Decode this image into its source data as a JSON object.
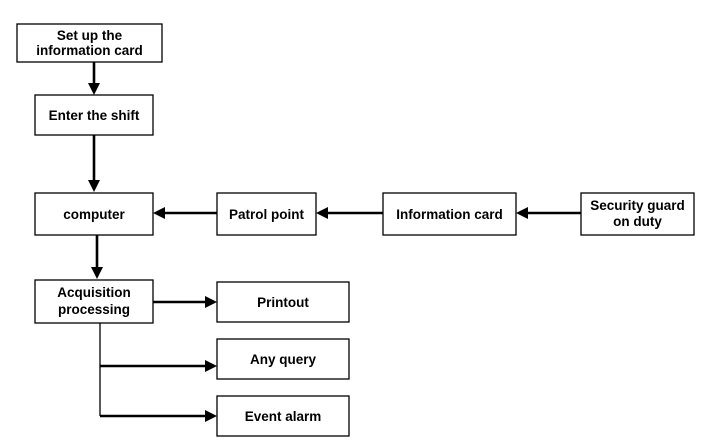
{
  "nodes": {
    "setup": {
      "line1": "Set up the",
      "line2": "information card"
    },
    "shift": {
      "label": "Enter the shift"
    },
    "computer": {
      "label": "computer"
    },
    "patrol": {
      "label": "Patrol point"
    },
    "infocard": {
      "label": "Information card"
    },
    "guard": {
      "line1": "Security guard",
      "line2": "on duty"
    },
    "acquisition": {
      "line1": "Acquisition",
      "line2": "processing"
    },
    "printout": {
      "label": "Printout"
    },
    "query": {
      "label": "Any query"
    },
    "alarm": {
      "label": "Event alarm"
    }
  }
}
